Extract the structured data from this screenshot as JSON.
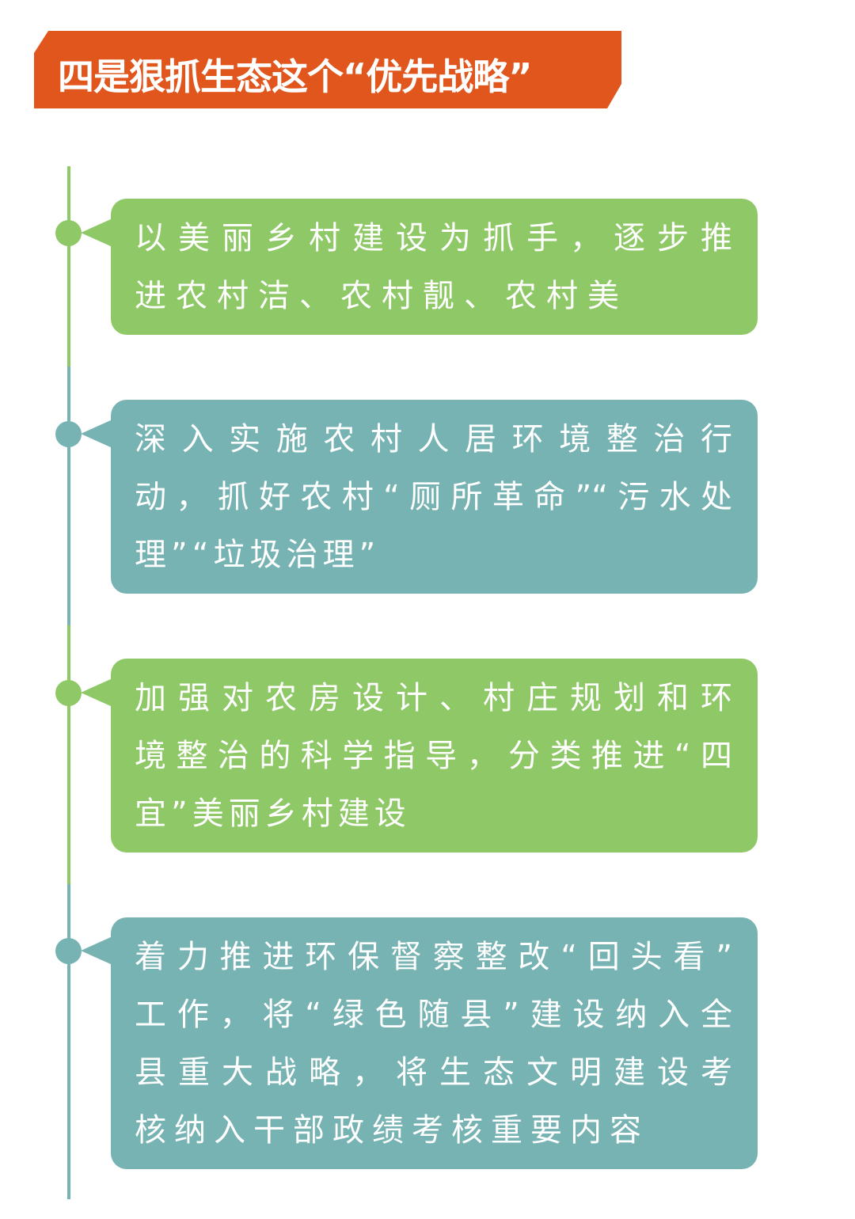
{
  "title": "四是狠抓生态这个“优先战略”",
  "colors": {
    "header": "#e0561c",
    "green": "#8fc866",
    "teal": "#76b3b2"
  },
  "items": [
    {
      "color": "green",
      "lines": [
        "以美丽乡村建设为抓手，逐步推",
        "进农村洁、农村靓、农村美"
      ]
    },
    {
      "color": "teal",
      "lines": [
        "深入实施农村人居环境整治行",
        "动，抓好农村“厕所革命”“污水处",
        "理”“垃圾治理”"
      ]
    },
    {
      "color": "green",
      "lines": [
        "加强对农房设计、村庄规划和环",
        "境整治的科学指导，分类推进“四",
        "宜”美丽乡村建设"
      ]
    },
    {
      "color": "teal",
      "lines": [
        "着力推进环保督察整改“回头看”",
        "工作，将“绿色随县”建设纳入全",
        "县重大战略，将生态文明建设考",
        "核纳入干部政绩考核重要内容"
      ]
    }
  ]
}
